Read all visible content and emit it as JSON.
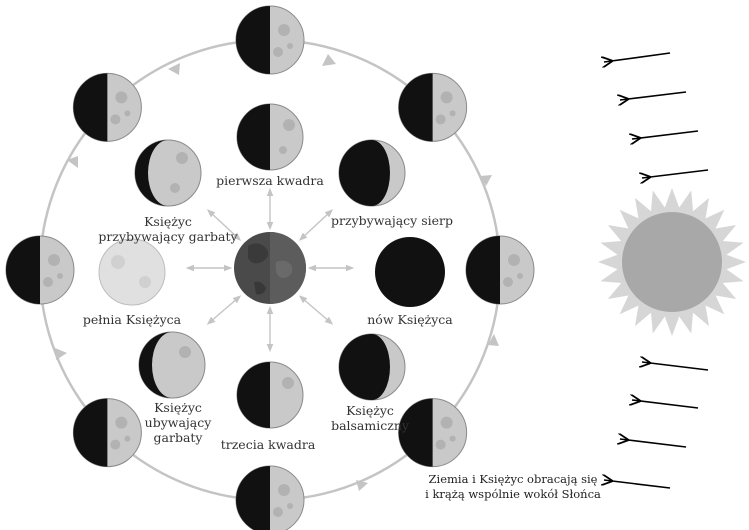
{
  "labels": {
    "first_quarter": "pierwsza kwadra",
    "waxing_crescent": "przybywający sierp",
    "waxing_gibbous_1": "Księżyc",
    "waxing_gibbous_2": "przybywający garbaty",
    "full_moon": "pełnia Księżyca",
    "new_moon": "nów Księżyca",
    "waning_gibbous_1": "Księżyc",
    "waning_gibbous_2": "ubywający",
    "waning_gibbous_3": "garbaty",
    "third_quarter": "trzecia kwadra",
    "waning_crescent_1": "Księżyc",
    "waning_crescent_2": "balsamiczny",
    "note_1": "Ziemia i Księżyc obracają się",
    "note_2": "i krążą wspólnie wokół Słońca"
  },
  "colors": {
    "moon_light": "#c9c9c9",
    "moon_full": "#e0e0e0",
    "moon_dark": "#111111",
    "orbit": "#c4c4c4",
    "earth": "#4a4a4a",
    "sun_rays": "#d6d6d6",
    "sun_core": "#a8a8a8"
  }
}
